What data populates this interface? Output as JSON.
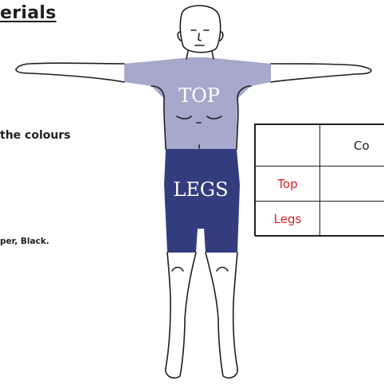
{
  "worksheet": {
    "heading": "erials",
    "instruction": "the colours",
    "colour_list": "per, Black."
  },
  "figure": {
    "top_label": "TOP",
    "legs_label": "LEGS",
    "colors": {
      "top": "#a6a9cc",
      "legs": "#333d7e",
      "outline": "#1f1f1f"
    }
  },
  "table": {
    "column_header": "Co",
    "rows": [
      {
        "label": "Top",
        "value": ""
      },
      {
        "label": "Legs",
        "value": ""
      }
    ]
  }
}
